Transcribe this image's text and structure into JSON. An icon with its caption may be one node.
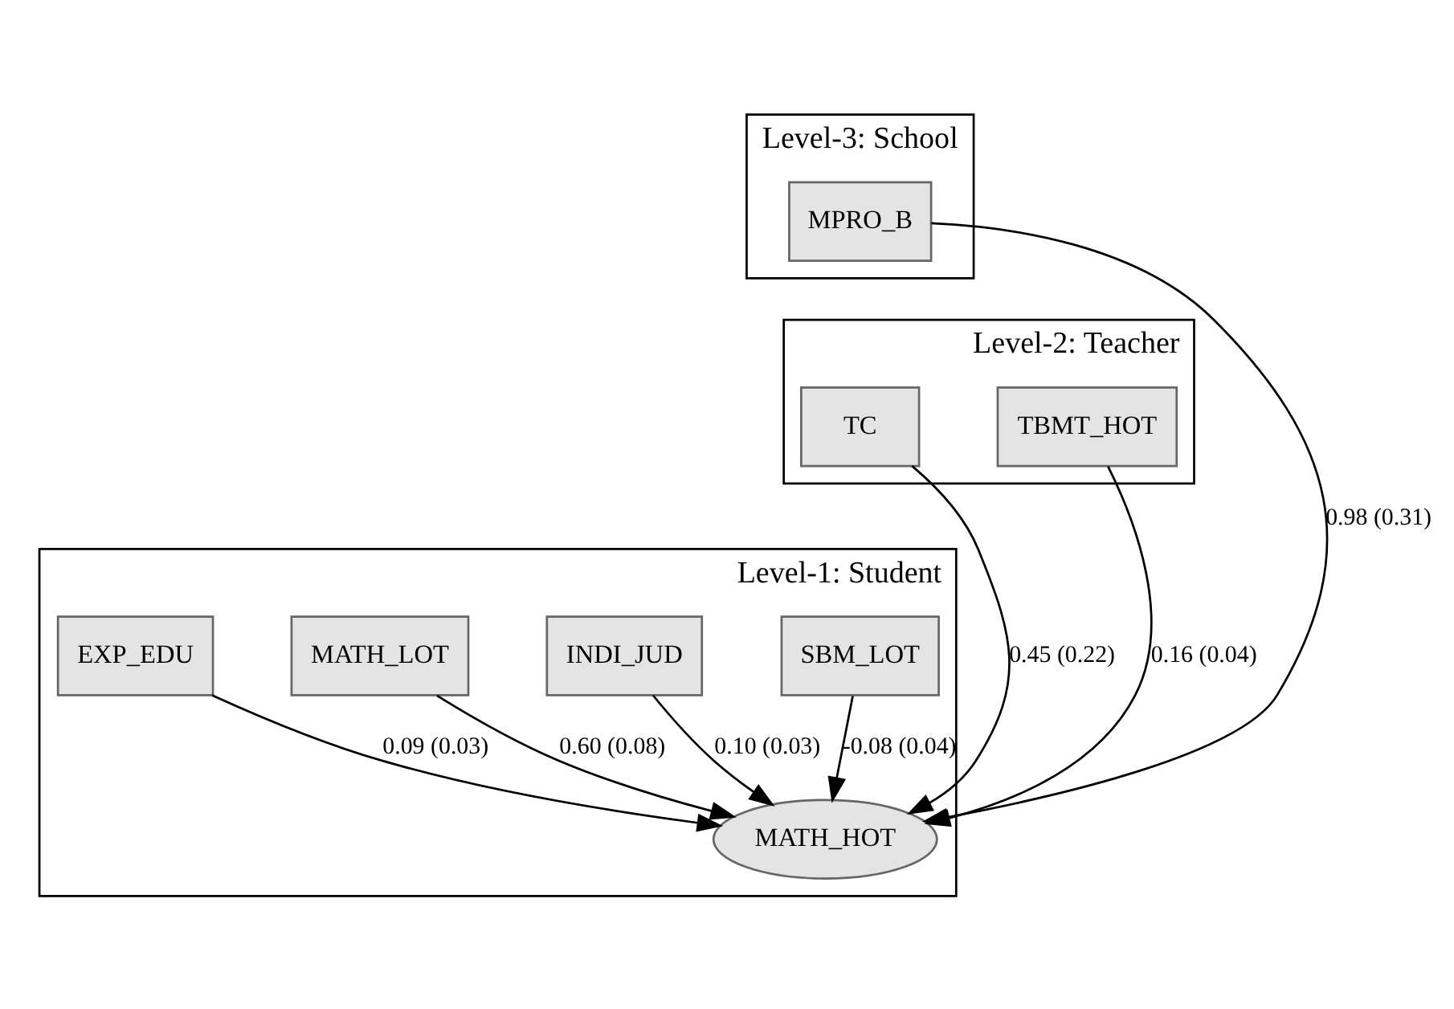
{
  "diagram": {
    "nodes": [
      {
        "text": [
          "Level-3: School"
        ]
      },
      {
        "text": [
          "MPRO_B"
        ],
        "in": 0
      },
      {
        "text": [
          "Level-2: Teacher"
        ]
      },
      {
        "text": [
          "TC"
        ],
        "in": 2
      },
      {
        "text": [
          "TBMT_HOT"
        ],
        "in": 2
      },
      {
        "text": [
          "Level-1: Student"
        ]
      },
      {
        "text": [
          "SBM_LOT"
        ],
        "in": 5
      },
      {
        "text": [
          "MATH_HOT"
        ],
        "in": 5
      },
      {
        "text": [
          "INDI_JUD"
        ],
        "in": 5
      },
      {
        "text": [
          "MATH_LOT"
        ],
        "in": 5
      },
      {
        "text": [
          "EXP_EDU"
        ],
        "in": 5
      }
    ],
    "edges": [
      {
        "from": 1,
        "to": 7,
        "arrow": "to",
        "label": "0.98 (0.31)"
      },
      {
        "from": 3,
        "to": 7,
        "arrow": "to",
        "label": "0.45 (0.22)"
      },
      {
        "from": 4,
        "to": 7,
        "arrow": "to",
        "label": "0.16 (0.04)"
      },
      {
        "from": 6,
        "to": 7,
        "arrow": "to",
        "label": "-0.08 (0.04)"
      },
      {
        "from": 8,
        "to": 7,
        "arrow": "to",
        "label": "0.10 (0.03)"
      },
      {
        "from": 9,
        "to": 7,
        "arrow": "to",
        "label": "0.60 (0.08)"
      },
      {
        "from": 10,
        "to": 7,
        "arrow": "to",
        "label": "0.09 (0.03)"
      }
    ]
  }
}
